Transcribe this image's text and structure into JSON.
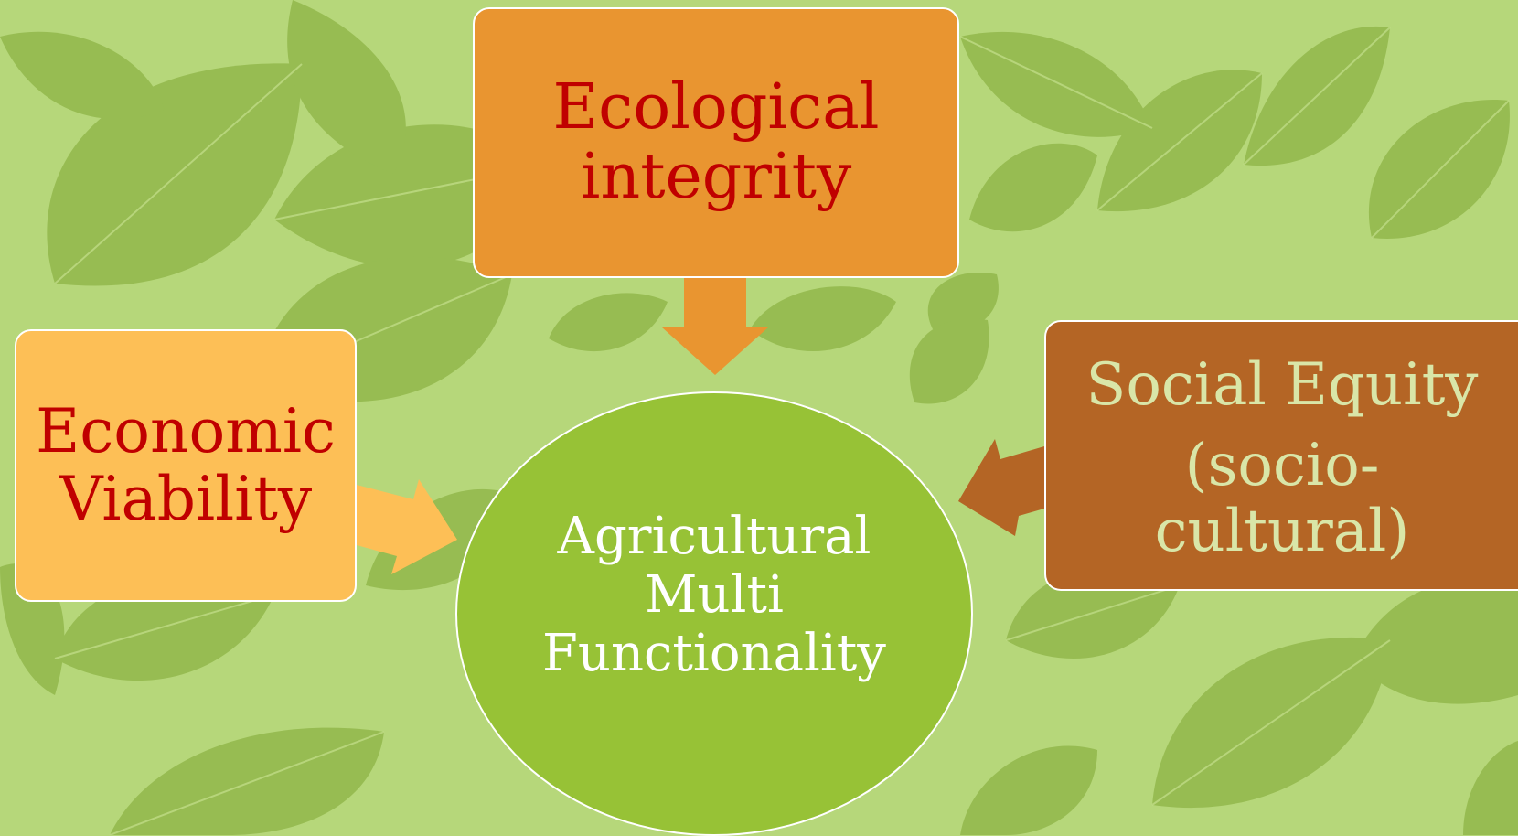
{
  "diagram": {
    "top_box": {
      "line1": "Ecological",
      "line2": "integrity"
    },
    "left_box": {
      "line1": "Economic",
      "line2": "Viability"
    },
    "right_box": {
      "line1": "Social Equity",
      "line2": "(socio-",
      "line3": "cultural)"
    },
    "center": {
      "line1": "Agricultural",
      "line2": "Multi",
      "line3": "Functionality"
    }
  },
  "colors": {
    "background": "#b6d77a",
    "leaf": "#97bc52",
    "ecological": "#e99530",
    "economic": "#fdbf56",
    "social": "#b46525",
    "center": "#97c236",
    "heading_text": "#c00000",
    "social_text": "#d9e6a8"
  }
}
